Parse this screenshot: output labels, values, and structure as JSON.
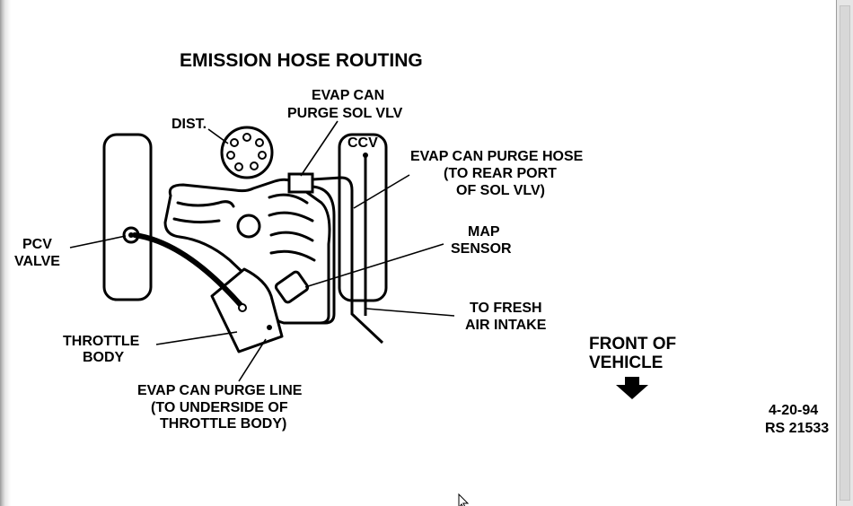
{
  "title": "EMISSION HOSE ROUTING",
  "labels": {
    "dist": "DIST.",
    "evap_sol_1": "EVAP CAN",
    "evap_sol_2": "PURGE SOL VLV",
    "ccv": "CCV",
    "purge_hose_1": "EVAP CAN PURGE HOSE",
    "purge_hose_2": "(TO REAR PORT",
    "purge_hose_3": "OF SOL VLV)",
    "pcv_1": "PCV",
    "pcv_2": "VALVE",
    "map_1": "MAP",
    "map_2": "SENSOR",
    "fresh_1": "TO FRESH",
    "fresh_2": "AIR INTAKE",
    "throttle_1": "THROTTLE",
    "throttle_2": "BODY",
    "purge_line_1": "EVAP CAN PURGE LINE",
    "purge_line_2": "(TO UNDERSIDE OF",
    "purge_line_3": "THROTTLE BODY)",
    "front_1": "FRONT OF",
    "front_2": "VEHICLE",
    "date": "4-20-94",
    "ref": "RS 21533"
  },
  "icons": {
    "front_arrow": "down-arrow-icon",
    "cursor": "mouse-pointer-icon"
  }
}
